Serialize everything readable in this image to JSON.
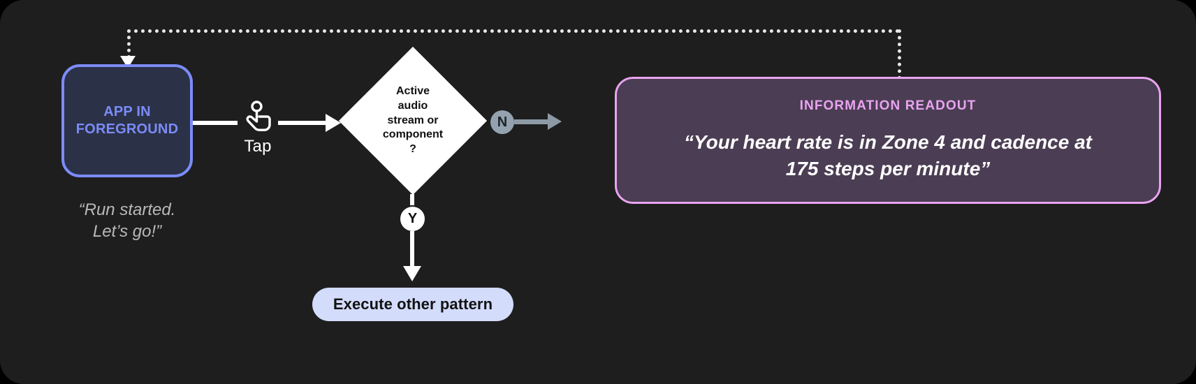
{
  "canvas": {
    "background": "#1e1e1e",
    "page_background": "#000000",
    "corner_radius": "34px"
  },
  "nodes": {
    "app": {
      "label_line1": "APP IN",
      "label_line2": "FOREGROUND",
      "border_color": "#7b8cf8",
      "fill_color": "#2b3147",
      "text_color": "#7b8cf8",
      "quote_line1": "“Run started.",
      "quote_line2": "Let’s go!”",
      "quote_color": "#b9b9b9"
    },
    "gesture": {
      "icon": "tap-hand-icon",
      "label": "Tap"
    },
    "decision": {
      "line1": "Active",
      "line2": "audio",
      "line3": "stream or",
      "line4": "component",
      "line5": "?",
      "fill_color": "#ffffff",
      "text_color": "#111111"
    },
    "branch_no": {
      "badge": "N",
      "badge_fill": "#93a2ae",
      "badge_text_color": "#1e2329",
      "connector_color": "#8d9aa6"
    },
    "branch_yes": {
      "badge": "Y",
      "badge_fill": "#ffffff",
      "badge_text_color": "#111111",
      "connector_color": "#ffffff"
    },
    "pill": {
      "label": "Execute other pattern",
      "fill_color": "#d3dcfb",
      "text_color": "#121212"
    },
    "readout": {
      "title": "INFORMATION READOUT",
      "body_line1": "“Your heart rate is in Zone 4 and cadence at",
      "body_line2": "175 steps per minute”",
      "border_color": "#e9a4f0",
      "fill_color": "#4b3d53",
      "title_color": "#e9a4f0",
      "body_color": "#ffffff"
    }
  },
  "connectors": {
    "feedback_loop": {
      "style": "dotted",
      "color": "#e8e8e8",
      "arrow_target": "app-box-top"
    }
  }
}
